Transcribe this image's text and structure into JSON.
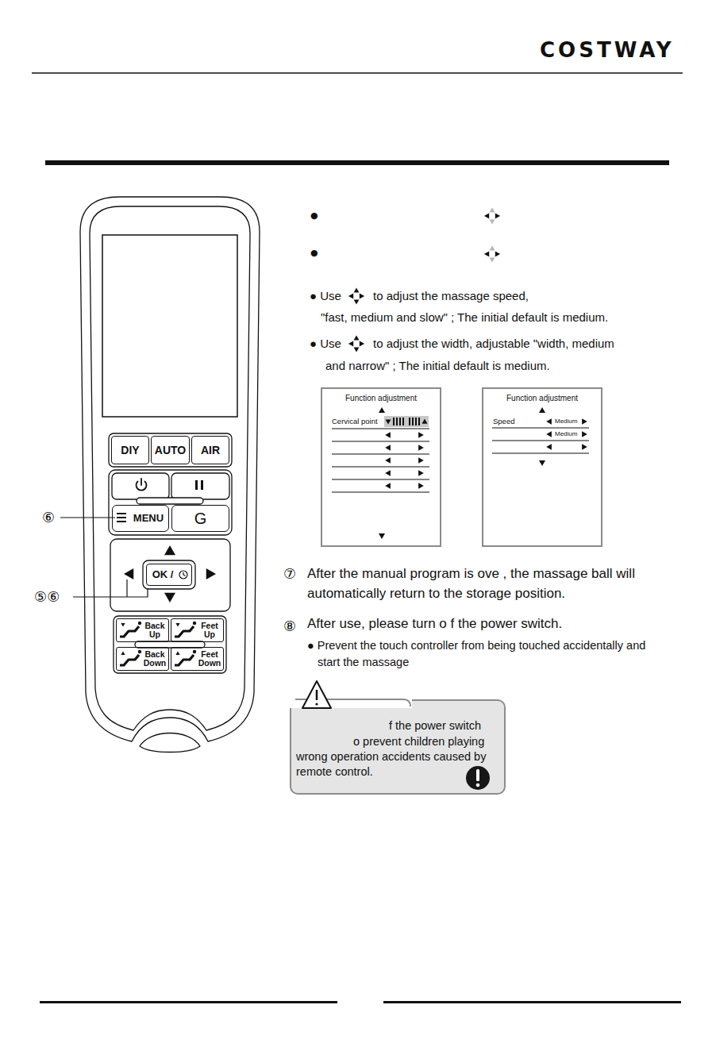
{
  "diagram": {
    "nodes": [
      {
        "text": [
          "DIY"
        ]
      },
      {
        "text": [
          "AUTO"
        ]
      },
      {
        "text": [
          "AIR"
        ]
      },
      {
        "text": [
          "MENU"
        ]
      },
      {
        "text": [
          "G"
        ]
      },
      {
        "text": [
          "OK /"
        ]
      },
      {
        "text": [
          "Back Up"
        ]
      },
      {
        "text": [
          "Feet Up"
        ]
      },
      {
        "text": [
          "Back Down"
        ]
      },
      {
        "text": [
          "Feet Down"
        ]
      },
      {
        "text": [
          "Function adjustment",
          "Cervical point"
        ]
      },
      {
        "text": [
          "Function adjustment",
          "Speed",
          "Medium",
          "Medium"
        ]
      },
      {
        "text": [
          "f the power switch",
          "o prevent children playing wrong operation accidents caused by remote control."
        ]
      }
    ],
    "labels": [
      "COSTWAY",
      "⑥",
      "⑤⑥",
      "●",
      "●",
      "● Use",
      "to adjust the massage speed,",
      "\"fast, medium and slow\" ; The initial default is medium.",
      "● Use",
      "to adjust the width, adjustable \"width, medium",
      "and narrow\" ; The initial default is medium.",
      "⑦",
      "After the manual program is ove , the massage ball will automatically return to the storage position.",
      "⑧",
      "After use, please turn o f the power switch.",
      "● Prevent the touch controller from being touched accidentally and start the massage"
    ]
  }
}
